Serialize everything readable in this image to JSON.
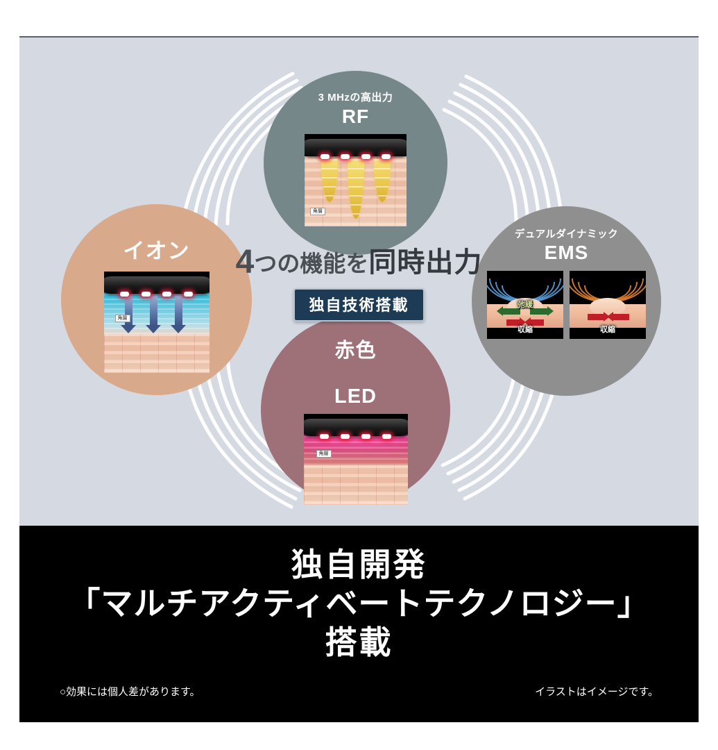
{
  "page": {
    "background_color": "#ffffff",
    "panel_color": "#d5dae2",
    "footer_color": "#000000"
  },
  "circles": {
    "rf": {
      "subtitle": "3 MHzの高出力",
      "title": "RF",
      "color": "#76878a",
      "illustration": {
        "layer_label": "角層",
        "device": "black-applicator",
        "effect": "gold-rf-cones"
      }
    },
    "ion": {
      "subtitle": "",
      "title": "イオン",
      "color": "#d9a98b",
      "illustration": {
        "layer_label": "角層",
        "device": "black-applicator",
        "effect": "blue-ion-arrows"
      }
    },
    "ems": {
      "subtitle": "デュアルダイナミック",
      "title": "EMS",
      "color": "#8f8f8f",
      "panels": [
        {
          "wave_color": "#5fa8e8",
          "relax_label": "弛緩",
          "contract_label": "収縮"
        },
        {
          "wave_color": "#f08a35",
          "relax_label": "",
          "contract_label": "収縮"
        }
      ]
    },
    "led": {
      "subtitle": "赤色",
      "title": "LED",
      "color": "#9e7078",
      "illustration": {
        "layer_label": "角層",
        "device": "black-applicator",
        "effect": "red-led-glow"
      }
    }
  },
  "center": {
    "number": "4",
    "text_light": "つの機能を",
    "text_bold": "同時出力",
    "badge": "独自技術搭載",
    "badge_color": "#1d3b55"
  },
  "footer": {
    "line1": "独自開発",
    "line2": "「マルチアクティベートテクノロジー」",
    "line3": "搭載",
    "note_left": "○効果には個人差があります。",
    "note_right": "イラストはイメージです。"
  }
}
